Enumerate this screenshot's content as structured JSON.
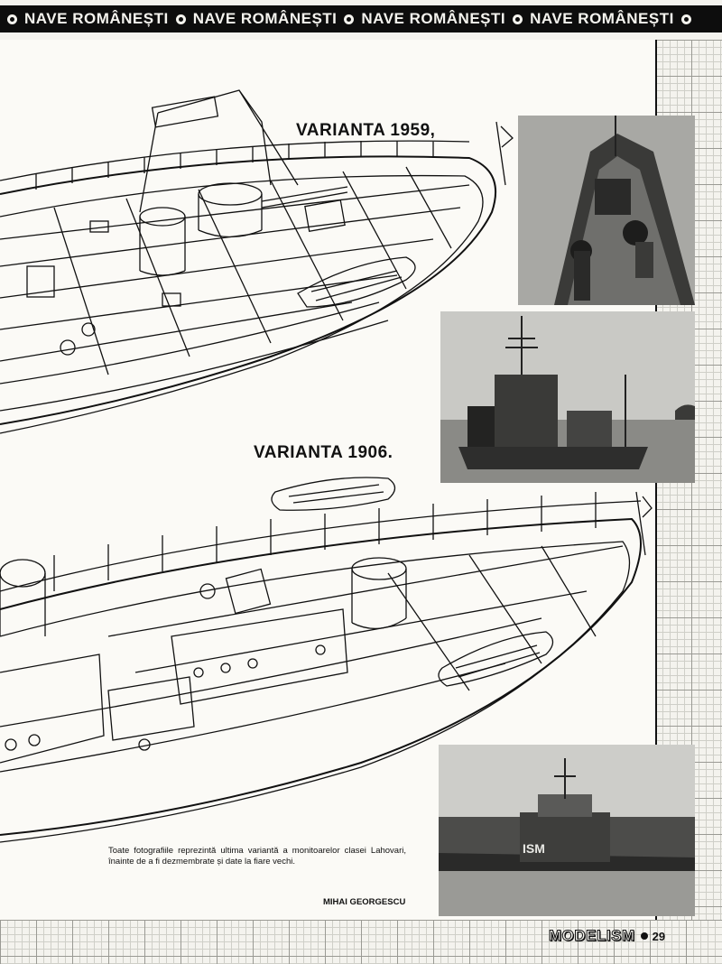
{
  "header": {
    "repeated_title": "NAVE ROMÂNEȘTI",
    "repeats": 4
  },
  "titles": {
    "variant_1959": "VARIANTA 1959,",
    "variant_1906": "VARIANTA 1906."
  },
  "caption": "Toate fotografiile reprezintă ultima variantă a monitoarelor clasei Lahovari, înainte de a fi dezmembrate și date la fiare vechi.",
  "author": "MIHAI GEORGESCU",
  "footer": {
    "magazine": "MODELISM",
    "page_number": "29"
  },
  "photo_labels": {
    "bottom_hull_marking": "ISM"
  },
  "colors": {
    "ink": "#111111",
    "paper": "#f4f3ee",
    "grid": "#9a9a94"
  }
}
